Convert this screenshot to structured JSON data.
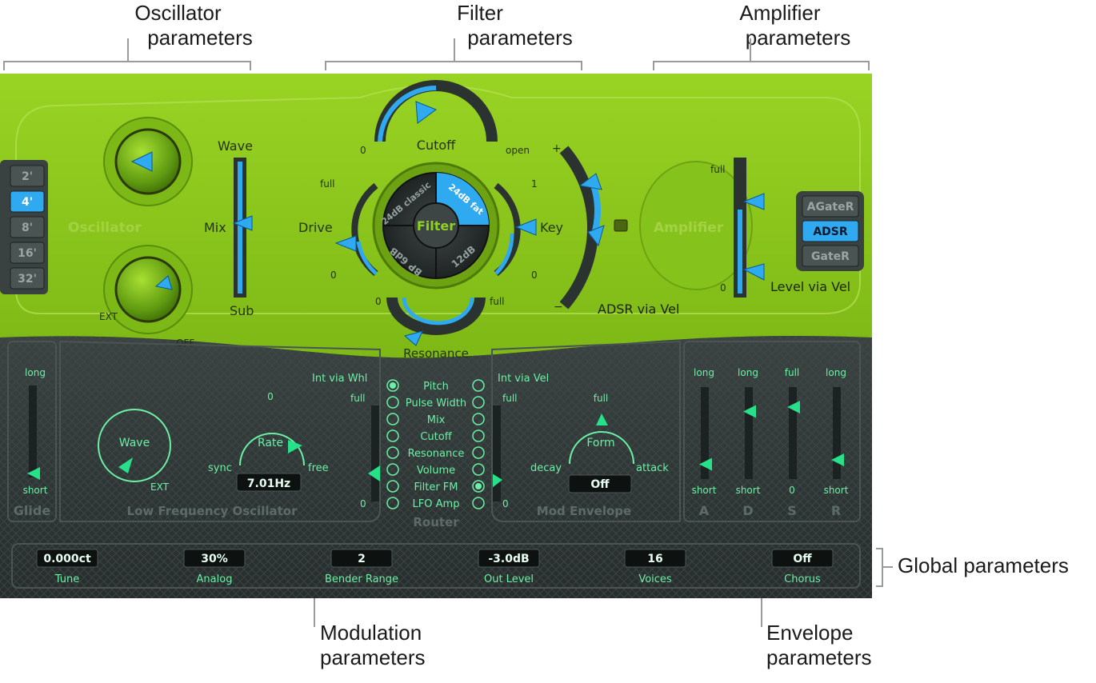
{
  "callouts": {
    "oscillator": [
      "Oscillator",
      "parameters"
    ],
    "filter": [
      "Filter",
      "parameters"
    ],
    "amplifier": [
      "Amplifier",
      "parameters"
    ],
    "global": "Global parameters",
    "modulation": [
      "Modulation",
      "parameters"
    ],
    "envelope": [
      "Envelope",
      "parameters"
    ]
  },
  "oscillator": {
    "section_label": "Oscillator",
    "octaves": [
      "2'",
      "4'",
      "8'",
      "16'",
      "32'"
    ],
    "octave_selected": "4'",
    "wave_label": "Wave",
    "mix_label": "Mix",
    "sub_label": "Sub",
    "ext_label": "EXT",
    "off_label": "OFF"
  },
  "filter": {
    "cutoff_label": "Cutoff",
    "cutoff_min": "0",
    "cutoff_max": "open",
    "drive_label": "Drive",
    "drive_max": "full",
    "drive_min": "0",
    "center_label": "Filter",
    "modes": [
      "24dB classic",
      "24dB fat",
      "12dB",
      "BP 6dB"
    ],
    "mode_selected": "24dB fat",
    "key_label": "Key",
    "key_max": "1",
    "key_min": "0",
    "resonance_label": "Resonance",
    "resonance_min": "0",
    "resonance_max": "full",
    "adsr_via_vel_label": "ADSR via Vel",
    "plus": "+",
    "minus": "−"
  },
  "amplifier": {
    "section_label": "Amplifier",
    "level_max": "full",
    "level_min": "0",
    "level_via_vel_label": "Level via Vel",
    "modes": [
      "AGateR",
      "ADSR",
      "GateR"
    ],
    "mode_selected": "ADSR"
  },
  "glide": {
    "label": "Glide",
    "max": "long",
    "min": "short"
  },
  "lfo": {
    "section_label": "Low Frequency Oscillator",
    "wave_label": "Wave",
    "ext_label": "EXT",
    "rate_label": "Rate",
    "rate_zero": "0",
    "sync_label": "sync",
    "free_label": "free",
    "rate_value": "7.01Hz"
  },
  "router": {
    "section_label": "Router",
    "int_via_whl": "Int via Whl",
    "int_via_vel": "Int via Vel",
    "full": "full",
    "zero": "0",
    "targets": [
      "Pitch",
      "Pulse Width",
      "Mix",
      "Cutoff",
      "Resonance",
      "Volume",
      "Filter FM",
      "LFO Amp"
    ],
    "left_selected": "Pitch",
    "right_selected": "Filter FM"
  },
  "mod_envelope": {
    "section_label": "Mod Envelope",
    "form_label": "Form",
    "full_label": "full",
    "decay_label": "decay",
    "attack_label": "attack",
    "value": "Off"
  },
  "envelope": {
    "sliders": [
      {
        "letter": "A",
        "top": "long",
        "bottom": "short",
        "level": 0.15
      },
      {
        "letter": "D",
        "top": "long",
        "bottom": "short",
        "level": 0.75
      },
      {
        "letter": "S",
        "top": "full",
        "bottom": "0",
        "level": 0.8
      },
      {
        "letter": "R",
        "top": "long",
        "bottom": "short",
        "level": 0.2
      }
    ]
  },
  "global": {
    "fields": [
      {
        "label": "Tune",
        "value": "0.000ct"
      },
      {
        "label": "Analog",
        "value": "30%"
      },
      {
        "label": "Bender Range",
        "value": "2"
      },
      {
        "label": "Out Level",
        "value": "-3.0dB"
      },
      {
        "label": "Voices",
        "value": "16"
      },
      {
        "label": "Chorus",
        "value": "Off"
      }
    ]
  },
  "colors": {
    "panel_green": "#8ac61a",
    "dark_panel": "#2c3433",
    "accent_blue": "#2fa9f0",
    "text_green": "#6cf0a6"
  }
}
